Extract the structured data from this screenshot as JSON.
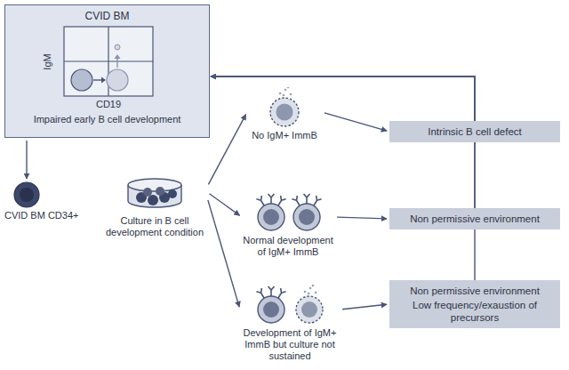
{
  "diagram": {
    "nodes": [
      {
        "text": [
          "CVID BM",
          "Impaired early B cell development"
        ]
      },
      {
        "text": [
          "CVID BM CD34+"
        ]
      },
      {
        "text": [
          "Culture in B cell development condition"
        ]
      },
      {
        "text": [
          "No IgM+ ImmB"
        ]
      },
      {
        "text": [
          "Normal development of IgM+ ImmB"
        ]
      },
      {
        "text": [
          "Development of IgM+ ImmB but culture not sustained"
        ]
      },
      {
        "text": [
          "Intrinsic B cell defect"
        ]
      },
      {
        "text": [
          "Non permissive environment"
        ]
      },
      {
        "text": [
          "Non permissive environment",
          "Low frequency/exaustion of precursors"
        ]
      }
    ],
    "edges": [
      {
        "from": 0,
        "to": 1,
        "arrow": "to"
      },
      {
        "from": 2,
        "to": 3,
        "arrow": "to"
      },
      {
        "from": 2,
        "to": 4,
        "arrow": "to"
      },
      {
        "from": 2,
        "to": 5,
        "arrow": "to"
      },
      {
        "from": 3,
        "to": 6,
        "arrow": "to"
      },
      {
        "from": 4,
        "to": 7,
        "arrow": "to"
      },
      {
        "from": 5,
        "to": 8,
        "arrow": "to"
      },
      {
        "from": 6,
        "to": 0,
        "arrow": "to"
      },
      {
        "from": 7,
        "to": 0,
        "arrow": "to"
      },
      {
        "from": 8,
        "to": 0,
        "arrow": "to"
      }
    ],
    "labels": [
      "IgM",
      "CD19"
    ]
  }
}
